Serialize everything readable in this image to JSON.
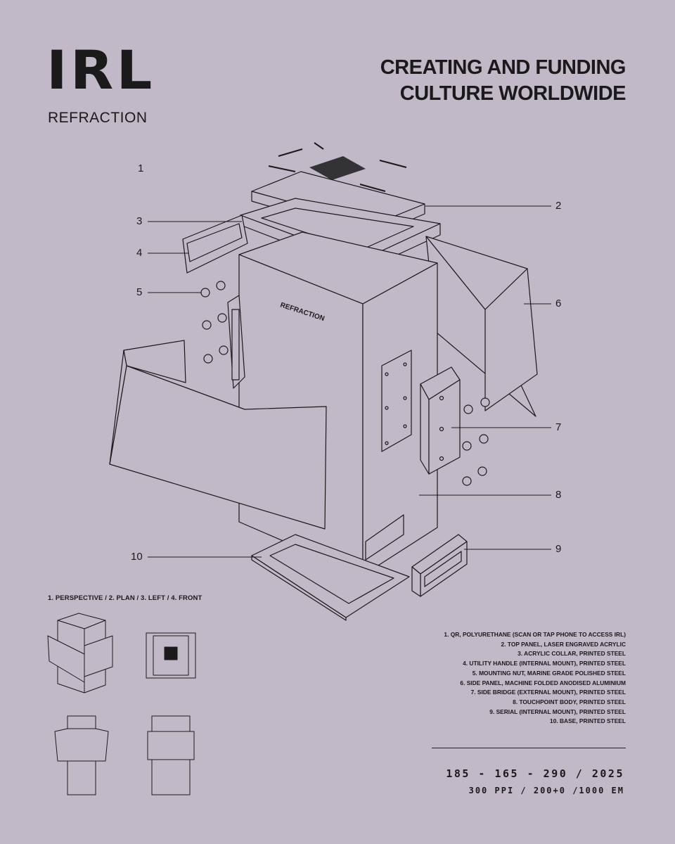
{
  "brand": {
    "logo": "IRL",
    "subtitle": "REFRACTION"
  },
  "headline": {
    "line1": "CREATING AND FUNDING",
    "line2": "CULTURE WORLDWIDE"
  },
  "diagram": {
    "body_label": "REFRACTION",
    "callouts": [
      "1",
      "2",
      "3",
      "4",
      "5",
      "6",
      "7",
      "8",
      "9",
      "10"
    ]
  },
  "views_caption": "1. PERSPECTIVE / 2. PLAN / 3. LEFT / 4. FRONT",
  "legend": [
    "1. QR, POLYURETHANE (SCAN OR TAP PHONE TO ACCESS IRL)",
    "2. TOP PANEL, LASER ENGRAVED ACRYLIC",
    "3. ACRYLIC COLLAR, PRINTED STEEL",
    "4. UTILITY HANDLE (INTERNAL MOUNT), PRINTED STEEL",
    "5. MOUNTING NUT, MARINE GRADE POLISHED STEEL",
    "6. SIDE PANEL, MACHINE FOLDED ANODISED ALUMINIUM",
    "7. SIDE BRIDGE (EXTERNAL MOUNT), PRINTED STEEL",
    "8. TOUCHPOINT BODY, PRINTED STEEL",
    "9. SERIAL (INTERNAL MOUNT), PRINTED STEEL",
    "10. BASE, PRINTED STEEL"
  ],
  "specs": {
    "line1": "185 - 165 - 290 / 2025",
    "line2": "300 PPI / 200+0 /1000 EM"
  },
  "colors": {
    "background": "#c1b9c7",
    "ink": "#1a1a1a"
  }
}
